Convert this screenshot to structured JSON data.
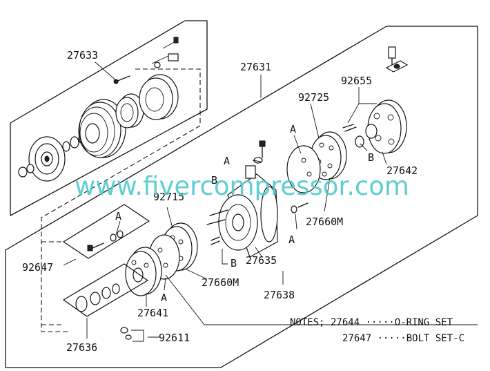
{
  "watermark": "www.fivercompressor.com",
  "labels": {
    "p27633": "27633",
    "p27631": "27631",
    "p92655": "92655",
    "p92725": "92725",
    "a1": "A",
    "a2": "A",
    "a3": "A",
    "a4": "A",
    "a5": "A",
    "b1": "B",
    "b2": "B",
    "b3": "B",
    "p27642": "27642",
    "p92715": "92715",
    "p27660m_a": "27660M",
    "p27660m_b": "27660M",
    "p92647": "92647",
    "p27635": "27635",
    "p27638": "27638",
    "p27641": "27641",
    "p27636": "27636",
    "p92611": "92611"
  },
  "notes": {
    "line1": "NOTES; 27644 ·····O-RING SET",
    "line2": "27647 ·····BOLT SET-C"
  }
}
